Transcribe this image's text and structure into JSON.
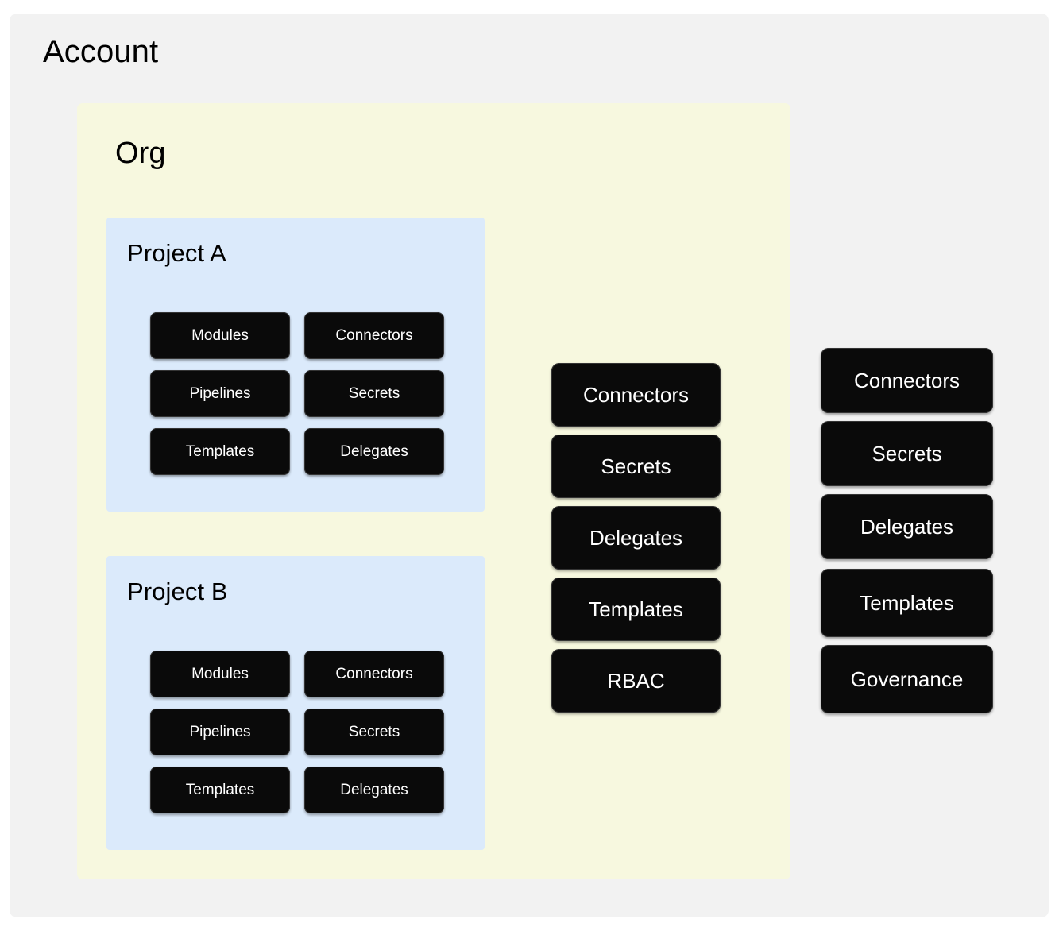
{
  "diagram": {
    "title": "Account",
    "colors": {
      "account_bg": "#F2F2F2",
      "org_bg": "#F7F8DF",
      "project_bg": "#DBEAFB",
      "chip_bg": "#0A0A0A",
      "chip_text": "#FFFFFF",
      "title_text": "#000000",
      "page_bg": "#FFFFFF"
    }
  },
  "account": {
    "label": "Account",
    "resources": [
      {
        "label": "Connectors"
      },
      {
        "label": "Secrets"
      },
      {
        "label": "Delegates"
      },
      {
        "label": "Templates"
      },
      {
        "label": "Governance"
      }
    ]
  },
  "org": {
    "label": "Org",
    "resources": [
      {
        "label": "Connectors"
      },
      {
        "label": "Secrets"
      },
      {
        "label": "Delegates"
      },
      {
        "label": "Templates"
      },
      {
        "label": "RBAC"
      }
    ]
  },
  "projects": [
    {
      "label": "Project A",
      "resources_left": [
        {
          "label": "Modules"
        },
        {
          "label": "Pipelines"
        },
        {
          "label": "Templates"
        }
      ],
      "resources_right": [
        {
          "label": "Connectors"
        },
        {
          "label": "Secrets"
        },
        {
          "label": "Delegates"
        }
      ]
    },
    {
      "label": "Project B",
      "resources_left": [
        {
          "label": "Modules"
        },
        {
          "label": "Pipelines"
        },
        {
          "label": "Templates"
        }
      ],
      "resources_right": [
        {
          "label": "Connectors"
        },
        {
          "label": "Secrets"
        },
        {
          "label": "Delegates"
        }
      ]
    }
  ]
}
